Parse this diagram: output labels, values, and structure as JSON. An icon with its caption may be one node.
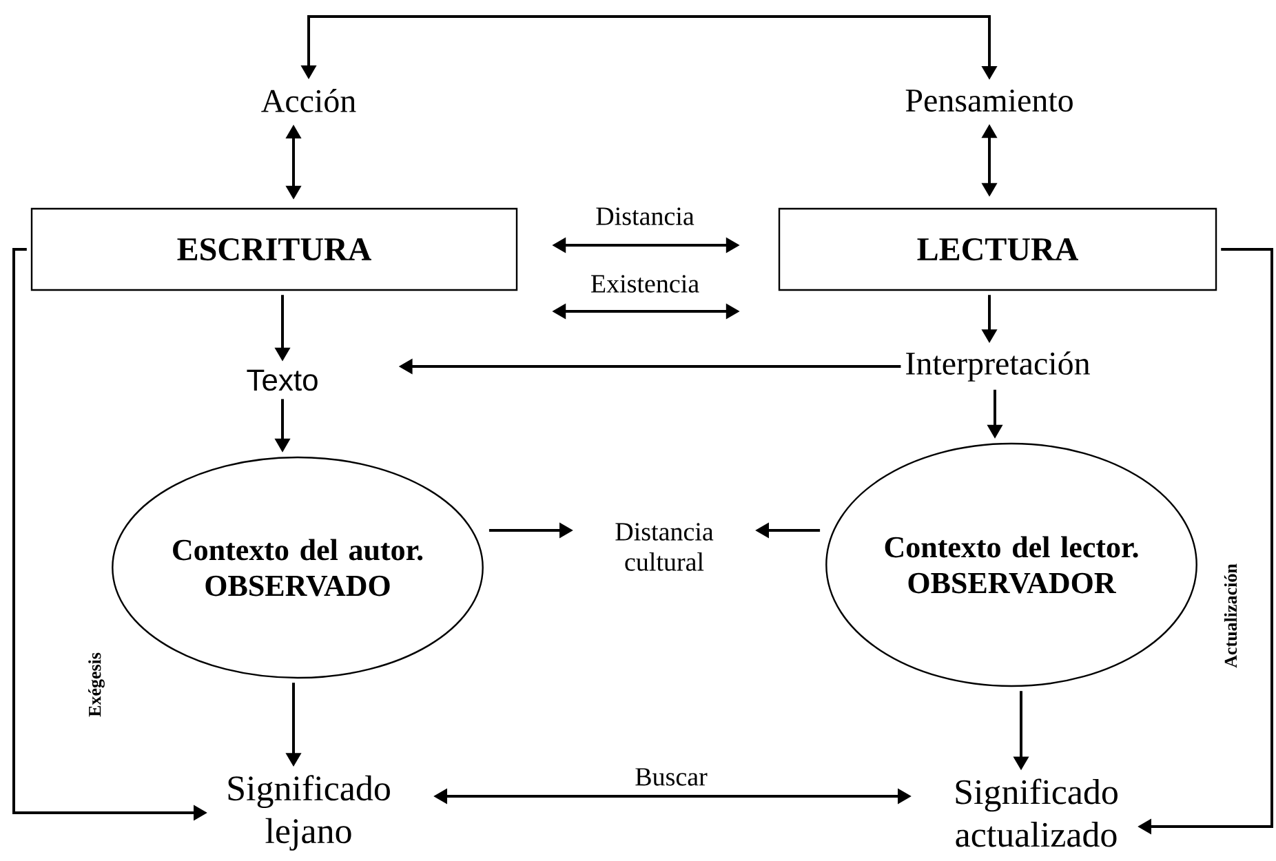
{
  "diagram": {
    "nodes": [
      {
        "text": [
          "Acción"
        ]
      },
      {
        "text": [
          "Pensamiento"
        ]
      },
      {
        "text": [
          "ESCRITURA"
        ]
      },
      {
        "text": [
          "LECTURA"
        ]
      },
      {
        "text": [
          "Texto"
        ]
      },
      {
        "text": [
          "Interpretación"
        ]
      },
      {
        "text": [
          "Contexto del autor. OBSERVADO"
        ]
      },
      {
        "text": [
          "Distancia cultural"
        ]
      },
      {
        "text": [
          "Contexto del lector. OBSERVADOR"
        ]
      },
      {
        "text": [
          "Significado lejano"
        ]
      },
      {
        "text": [
          "Significado actualizado"
        ]
      }
    ],
    "edges": [
      {
        "from": 0,
        "to": 1,
        "arrow": "both"
      },
      {
        "from": 0,
        "to": 2,
        "arrow": "both"
      },
      {
        "from": 1,
        "to": 3,
        "arrow": "both"
      },
      {
        "from": 2,
        "to": 3,
        "arrow": "both",
        "label": "Distancia"
      },
      {
        "from": 2,
        "to": 3,
        "arrow": "both",
        "label": "Existencia"
      },
      {
        "from": 2,
        "to": 4,
        "arrow": "to"
      },
      {
        "from": 3,
        "to": 5,
        "arrow": "to"
      },
      {
        "from": 5,
        "to": 4,
        "arrow": "to"
      },
      {
        "from": 4,
        "to": 6,
        "arrow": "to"
      },
      {
        "from": 5,
        "to": 8,
        "arrow": "to"
      },
      {
        "from": 6,
        "to": 7,
        "arrow": "to"
      },
      {
        "from": 8,
        "to": 7,
        "arrow": "to"
      },
      {
        "from": 6,
        "to": 9,
        "arrow": "to"
      },
      {
        "from": 8,
        "to": 10,
        "arrow": "to"
      },
      {
        "from": 9,
        "to": 10,
        "arrow": "both",
        "label": "Buscar"
      },
      {
        "from": 2,
        "to": 9,
        "arrow": "to",
        "label": "Exégesis"
      },
      {
        "from": 3,
        "to": 10,
        "arrow": "to",
        "label": "Actualización"
      }
    ]
  }
}
